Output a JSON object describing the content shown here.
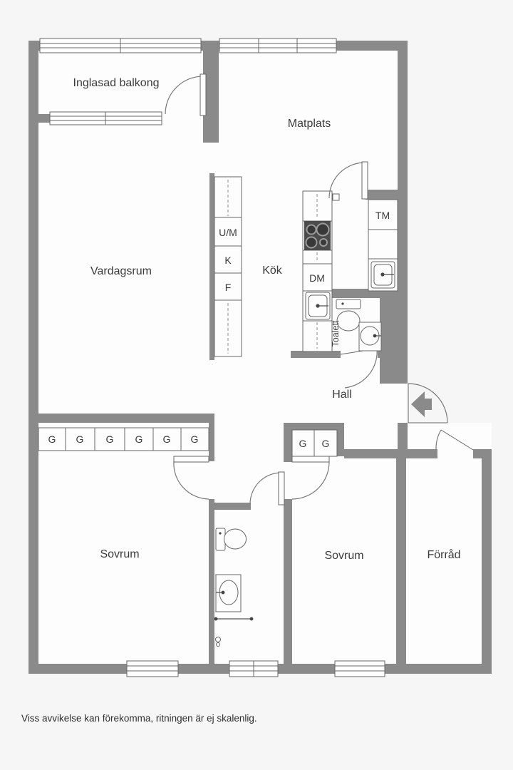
{
  "page": {
    "footer_disclaimer": "Viss avvikelse kan förekomma, ritningen är ej skalenlig."
  },
  "colors": {
    "wall": "#8a8a8a",
    "outline": "#666666",
    "floor": "#fdfdfd",
    "stove": "#4b4b4b",
    "text": "#3b3b3b",
    "background": "#f6f6f6"
  },
  "rooms": {
    "balcony": {
      "label": "Inglasad balkong"
    },
    "dining": {
      "label": "Matplats"
    },
    "living": {
      "label": "Vardagsrum"
    },
    "kitchen": {
      "label": "Kök"
    },
    "hall": {
      "label": "Hall"
    },
    "bedroom_left": {
      "label": "Sovrum"
    },
    "bedroom_right": {
      "label": "Sovrum"
    },
    "storage": {
      "label": "Förråd"
    },
    "toilet": {
      "label": "Toalett"
    }
  },
  "fixtures": {
    "washing_machine": "TM",
    "dishwasher": "DM",
    "oven_microwave": "U/M",
    "fridge": "K",
    "freezer": "F"
  },
  "wardrobes": {
    "bedroom_row": [
      "G",
      "G",
      "G",
      "G",
      "G",
      "G"
    ],
    "hall_row": [
      "G",
      "G"
    ]
  }
}
